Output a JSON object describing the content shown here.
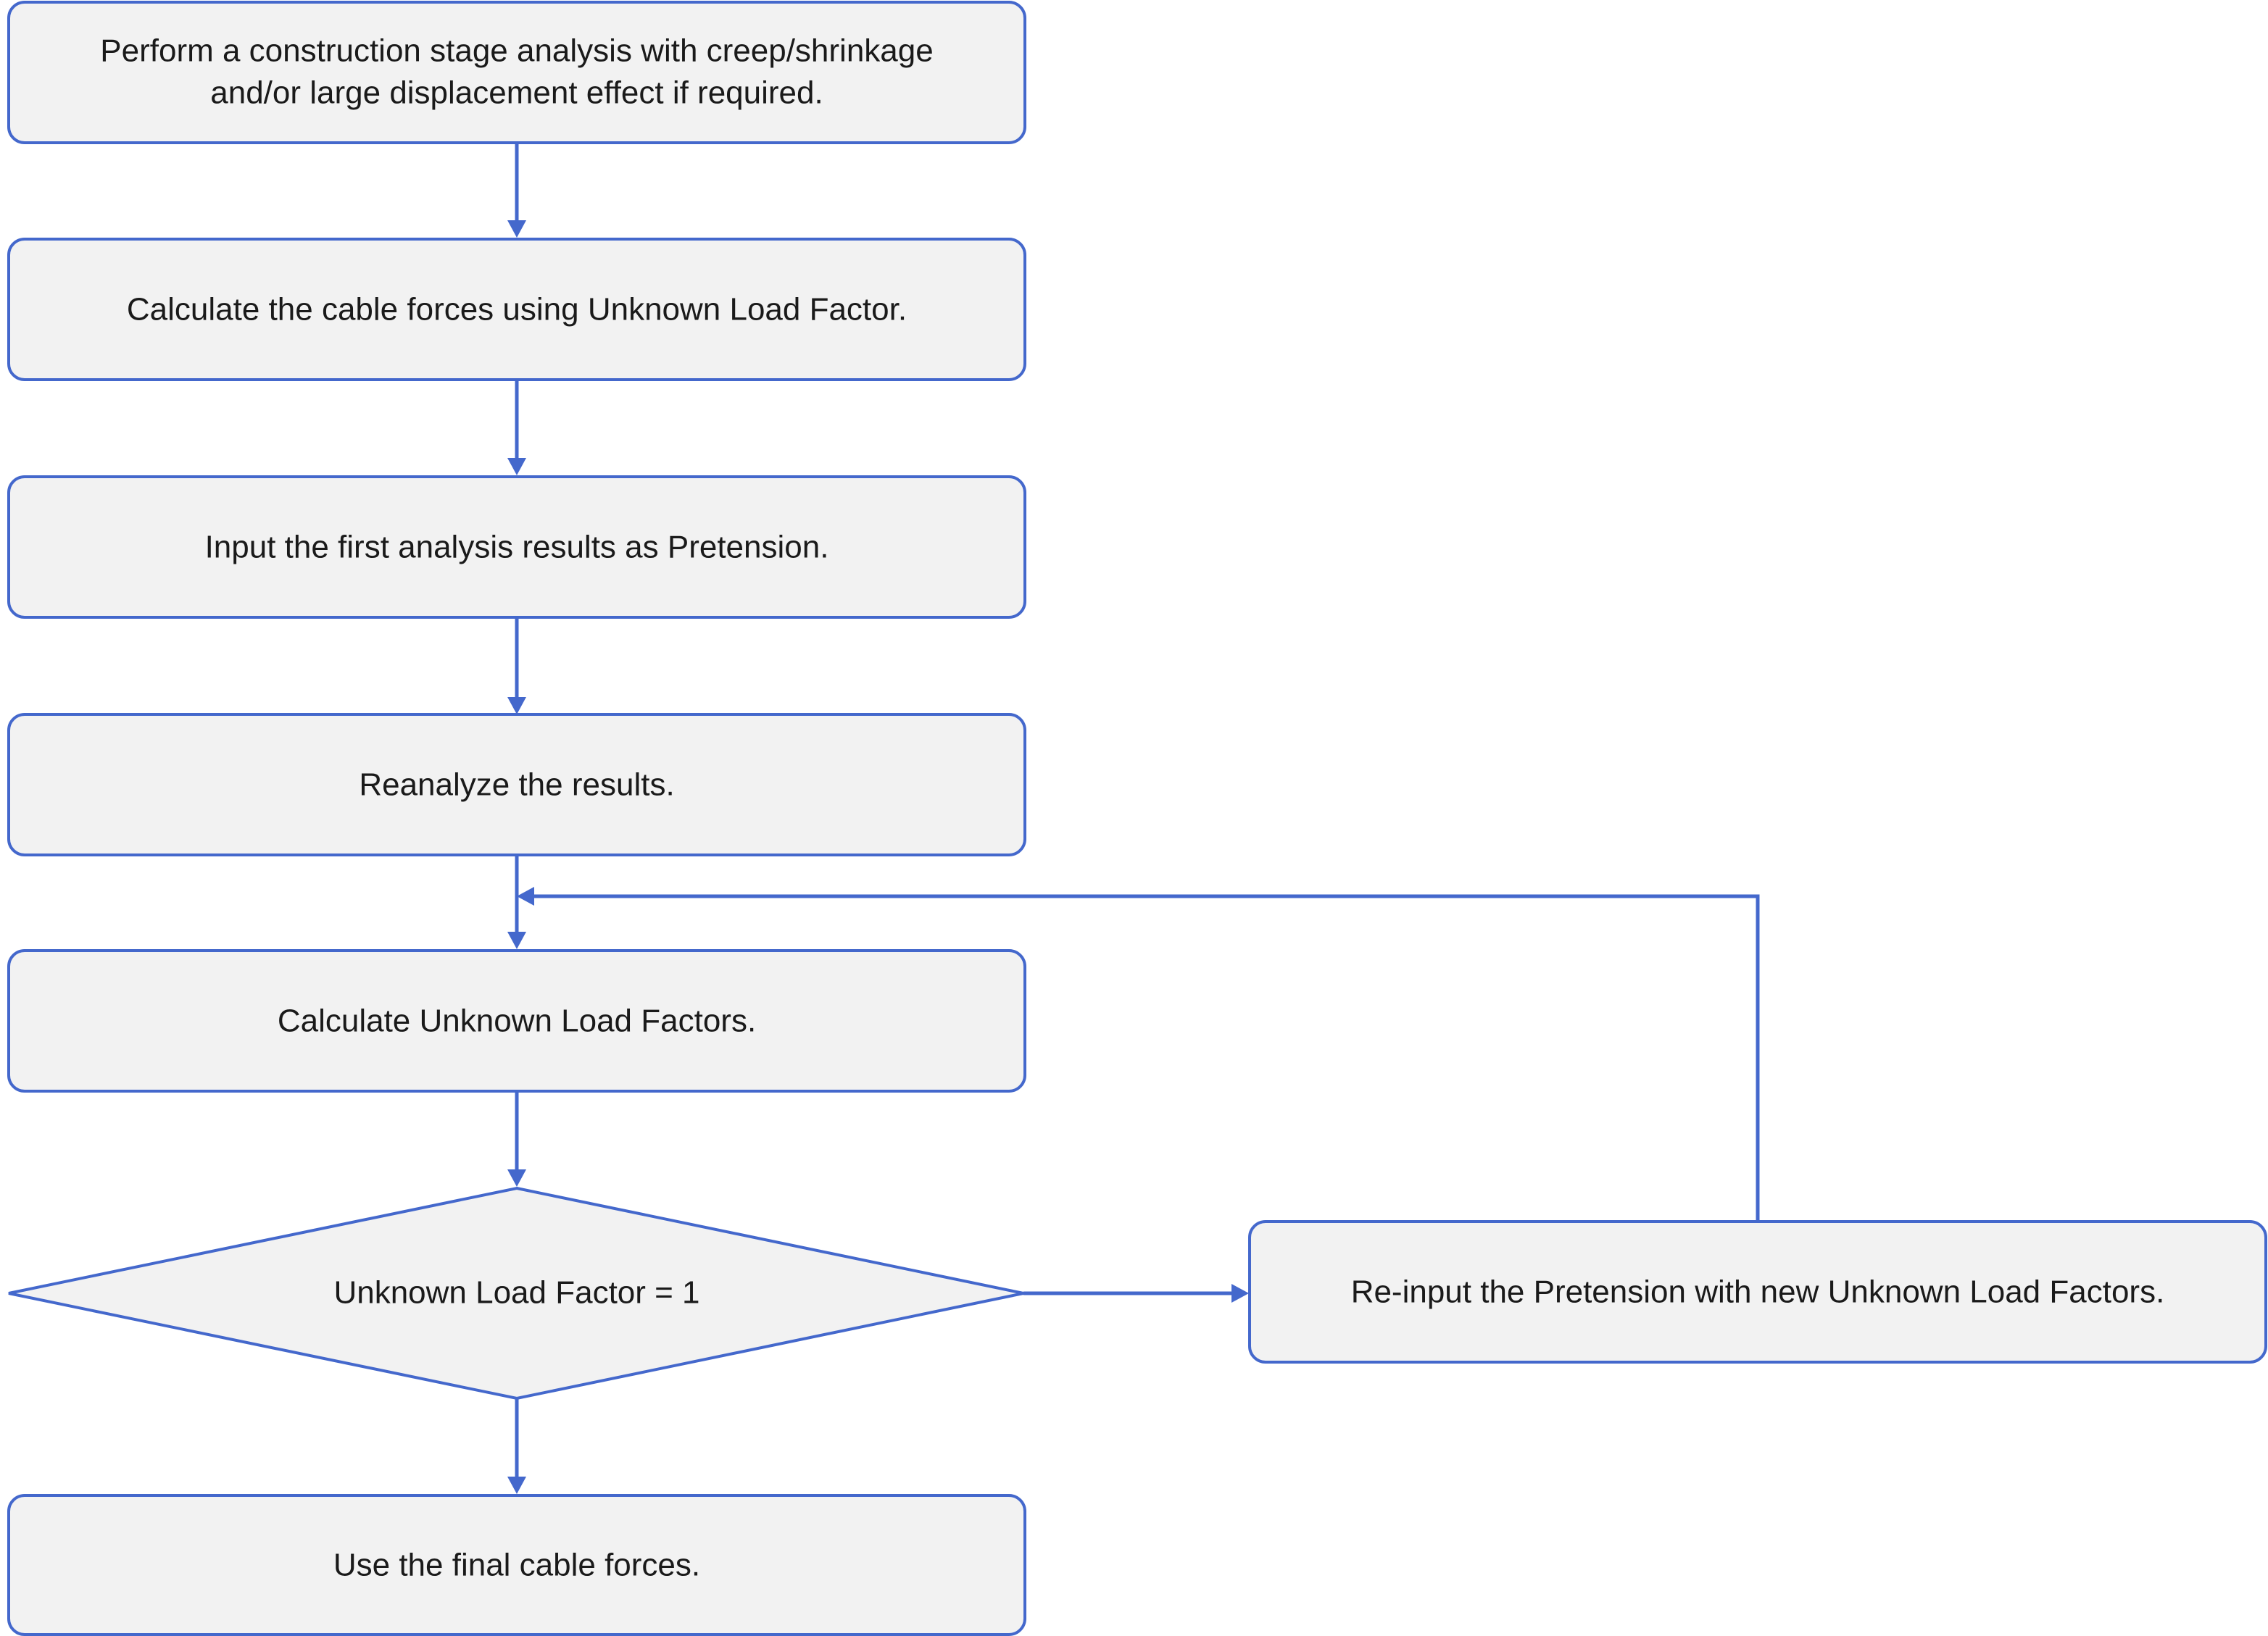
{
  "diagram": {
    "colors": {
      "stroke": "#4468cc",
      "fill": "#f2f2f2",
      "text": "#1a1a1a",
      "background": "#ffffff"
    },
    "nodes": {
      "step1": {
        "lines": [
          "Perform a construction stage analysis with creep/shrinkage",
          "and/or large displacement effect if required."
        ]
      },
      "step2": {
        "label": "Calculate the cable forces using Unknown Load Factor."
      },
      "step3": {
        "label": "Input the first analysis results as Pretension."
      },
      "step4": {
        "label": "Reanalyze the results."
      },
      "step5": {
        "label": "Calculate Unknown Load Factors."
      },
      "decision": {
        "label": "Unknown Load Factor = 1"
      },
      "reinput": {
        "label": "Re-input the Pretension with new Unknown Load Factors."
      },
      "final": {
        "label": "Use the final cable forces."
      }
    },
    "edges": [
      {
        "from": "step1",
        "to": "step2"
      },
      {
        "from": "step2",
        "to": "step3"
      },
      {
        "from": "step3",
        "to": "step4"
      },
      {
        "from": "step4",
        "to": "step5"
      },
      {
        "from": "step5",
        "to": "decision"
      },
      {
        "from": "decision",
        "to": "reinput"
      },
      {
        "from": "reinput",
        "to": "step5"
      },
      {
        "from": "decision",
        "to": "final"
      }
    ]
  }
}
